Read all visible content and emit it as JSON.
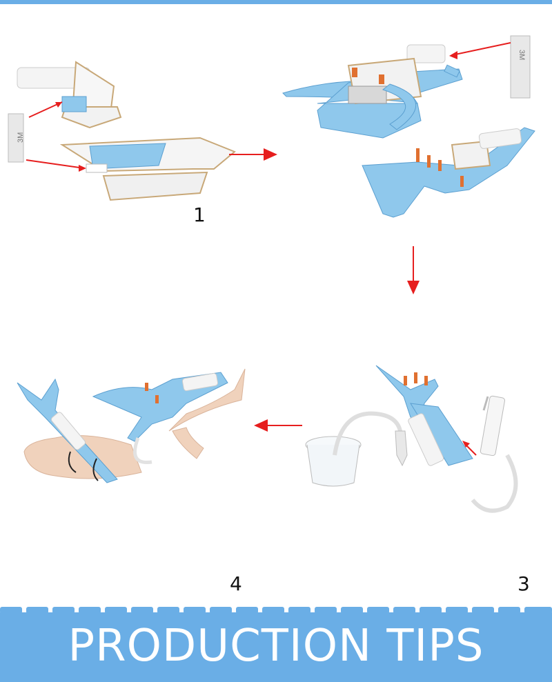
{
  "steps": [
    {
      "label": "1"
    },
    {
      "label": "3"
    },
    {
      "label": "4"
    }
  ],
  "banner": {
    "title": "PRODUCTION TIPS"
  },
  "tape_label": "3M",
  "colors": {
    "accent_blue": "#6aaee6",
    "foam_blue": "#8fc8ec",
    "arrow_red": "#e61e1e",
    "white_board": "#f2f2f2",
    "edge_tan": "#c8a878"
  }
}
